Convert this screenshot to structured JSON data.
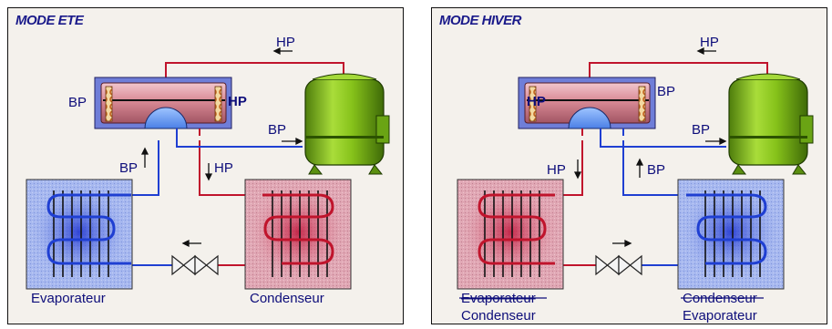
{
  "diagrams": [
    {
      "title": "MODE ETE",
      "labels": {
        "hp_top": "HP",
        "bp_valve_left": "BP",
        "hp_valve_right": "HP",
        "bp_suction": "BP",
        "bp_down": "BP",
        "hp_down": "HP"
      },
      "left_exchanger": {
        "name": "Evaporateur",
        "struck_name": "",
        "color": "#9db0ec"
      },
      "right_exchanger": {
        "name": "Condenseur",
        "struck_name": "",
        "color": "#d996a6"
      }
    },
    {
      "title": "MODE HIVER",
      "labels": {
        "hp_top": "HP",
        "hp_valve_left": "HP",
        "bp_valve_right": "BP",
        "bp_suction": "BP",
        "hp_down": "HP",
        "bp_up": "BP"
      },
      "left_exchanger": {
        "name": "Condenseur",
        "struck_name": "Evaporateur",
        "color": "#d996a6"
      },
      "right_exchanger": {
        "name": "Evaporateur",
        "struck_name": "Condenseur",
        "color": "#9db0ec"
      }
    }
  ],
  "colors": {
    "hot_pipe": "#c0142c",
    "cold_pipe": "#1f3fd2",
    "compressor": "#86c21a",
    "valve_body": "#d98a95"
  },
  "icons": [
    "compressor-icon",
    "four-way-valve-icon",
    "expansion-valve-icon",
    "heat-exchanger-icon",
    "flow-arrow-icon"
  ]
}
